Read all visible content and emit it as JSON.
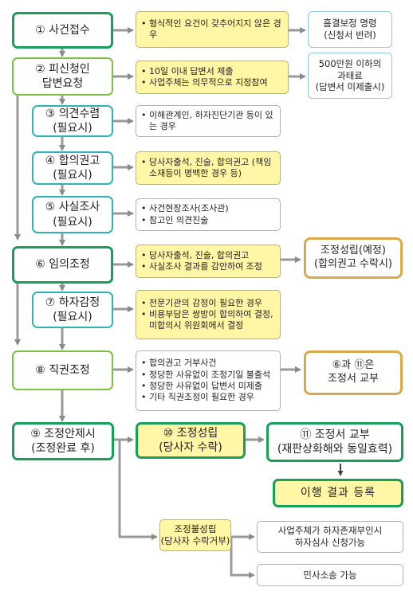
{
  "steps": {
    "s1": "① 사건접수",
    "s2_l1": "② 피신청인",
    "s2_l2": "답변요청",
    "s3_l1": "③ 의견수렴",
    "s3_l2": "(필요시)",
    "s4_l1": "④ 합의권고",
    "s4_l2": "(필요시)",
    "s5_l1": "⑤ 사실조사",
    "s5_l2": "(필요시)",
    "s6": "⑥ 임의조정",
    "s7_l1": "⑦ 하자감정",
    "s7_l2": "(필요시)",
    "s8": "⑧ 직권조정",
    "s9_l1": "⑨ 조정안제시",
    "s9_l2": "(조정완료 후)",
    "s10_l1": "⑩ 조정성립",
    "s10_l2": "(당사자 수락)",
    "s11_l1": "⑪ 조정서 교부",
    "s11_l2": "(재판상화해와 동일효력)",
    "final": "이행 결과 등록",
    "fail_l1": "조정불성립",
    "fail_l2": "(당사자 수락거부)"
  },
  "details": {
    "d1": [
      "형식적인 요건이 갖추어지지 않은 경우"
    ],
    "d2": [
      "10일 이내 답변서 제출",
      "사업주체는 의무적으로 지정참여"
    ],
    "d3": [
      "이해관계인, 하자진단기관 등이 있는 경우"
    ],
    "d4": [
      "당사자출석, 진술, 합의권고 (책임소재등이 명백한 경우 등)"
    ],
    "d5": [
      "사건현장조사(조사관)",
      "참고인 의견진술"
    ],
    "d6": [
      "당사자출석, 진술, 합의권고",
      "사실조사 결과를 감안하여 조정"
    ],
    "d7": [
      "전문기관의 감정이 필요한 경우",
      "비용부담은 쌍방이 합의하여 결정, 미합의시 위원회에서 결정"
    ],
    "d8": [
      "합의권고 거부사건",
      "정당한 사유없이 조정기일 불출석",
      "정당한 사유없이 답변서 미제출",
      "기타 직권조정이 필요한 경우"
    ]
  },
  "results": {
    "r1_l1": "흠결보정 명령",
    "r1_l2": "(신청서 반려)",
    "r2_l1": "500만원 이하의",
    "r2_l2": "과태료",
    "r2_l3": "(답변서 미제출시)",
    "r6_l1": "조정성립(예정)",
    "r6_l2": "(합의권고 수락시)",
    "r8_l1": "⑥과 ⑪은",
    "r8_l2": "조정서 교부",
    "f1_l1": "사업주체가 하자존재부인시",
    "f1_l2": "하자심사 신청가능",
    "f2": "민사소송 가능"
  },
  "colors": {
    "green": "#18a05a",
    "light_green": "#7cc242",
    "teal": "#2db3b8",
    "yellow_fill": "#fff7a6",
    "orange": "#d9a94a",
    "light_blue": "#8fcbe8",
    "arrow_gray": "#9a9a9a"
  }
}
